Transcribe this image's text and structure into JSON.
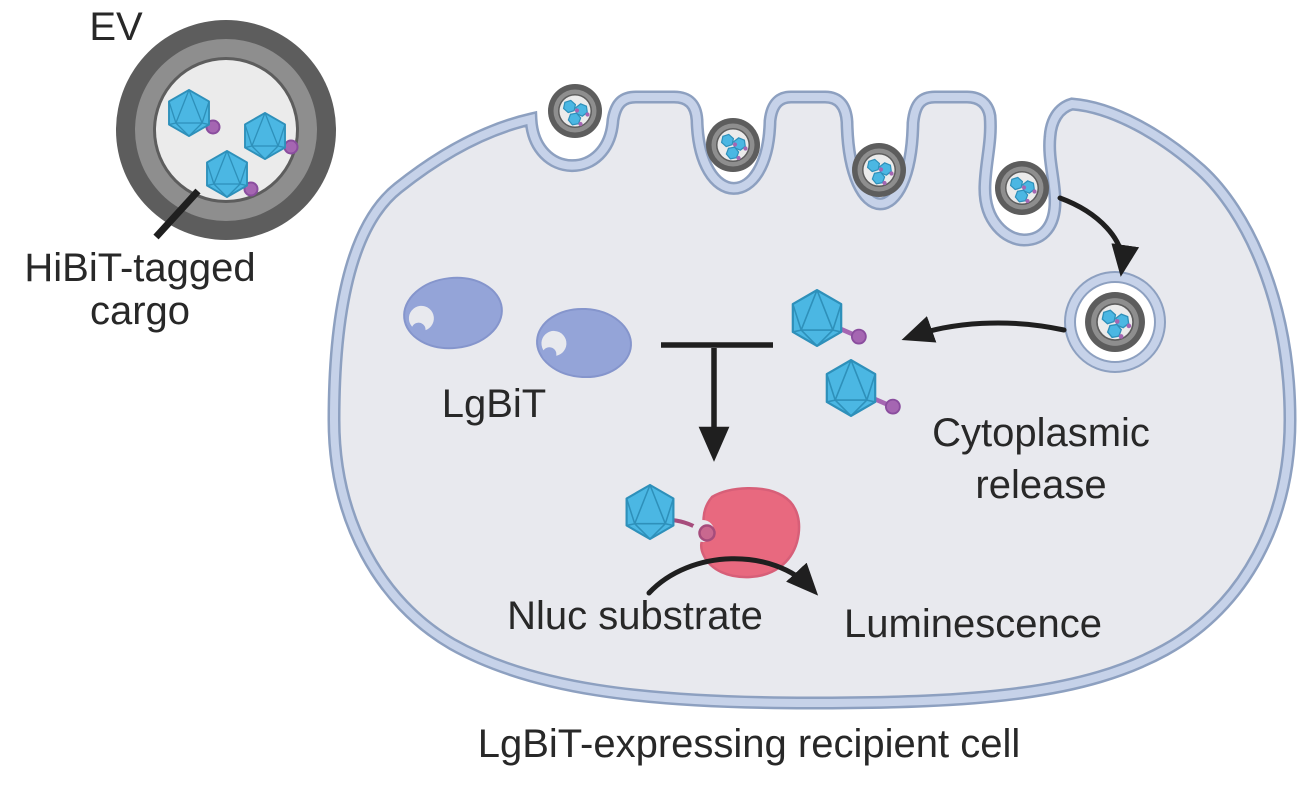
{
  "figure": {
    "title": "HiBiT/LgBiT EV cargo delivery reporter schematic",
    "labels": {
      "ev": "EV",
      "hibit_cargo_line1": "HiBiT-tagged",
      "hibit_cargo_line2": "cargo",
      "lgbit": "LgBiT",
      "cytoplasmic_line1": "Cytoplasmic",
      "cytoplasmic_line2": "release",
      "nluc_substrate": "Nluc substrate",
      "luminescence": "Luminescence",
      "caption": "LgBiT-expressing recipient cell"
    },
    "colors": {
      "cytoplasm": "#e8e9ee",
      "membrane_light": "#c6d2e9",
      "membrane_dark": "#8da0c0",
      "vesicle_gray_dark": "#5d5d5d",
      "vesicle_gray_mid": "#8e8e8e",
      "vesicle_gray_light": "#ebebeb",
      "cargo_blue": "#4bb7e3",
      "cargo_blue_edge": "#2e90ba",
      "tag_purple": "#a566b2",
      "tag_purple_dark": "#8a4d9e",
      "lgbit_blue": "#94a4d8",
      "lgbit_edge": "#8595cc",
      "nluc_pink": "#e8697f",
      "nluc_pink_edge": "#d75f78",
      "hibit_ball_pink": "#c9688f",
      "linker_magenta": "#a64c7c",
      "arrow_black": "#1f1f1f",
      "text_color": "#282828"
    }
  }
}
